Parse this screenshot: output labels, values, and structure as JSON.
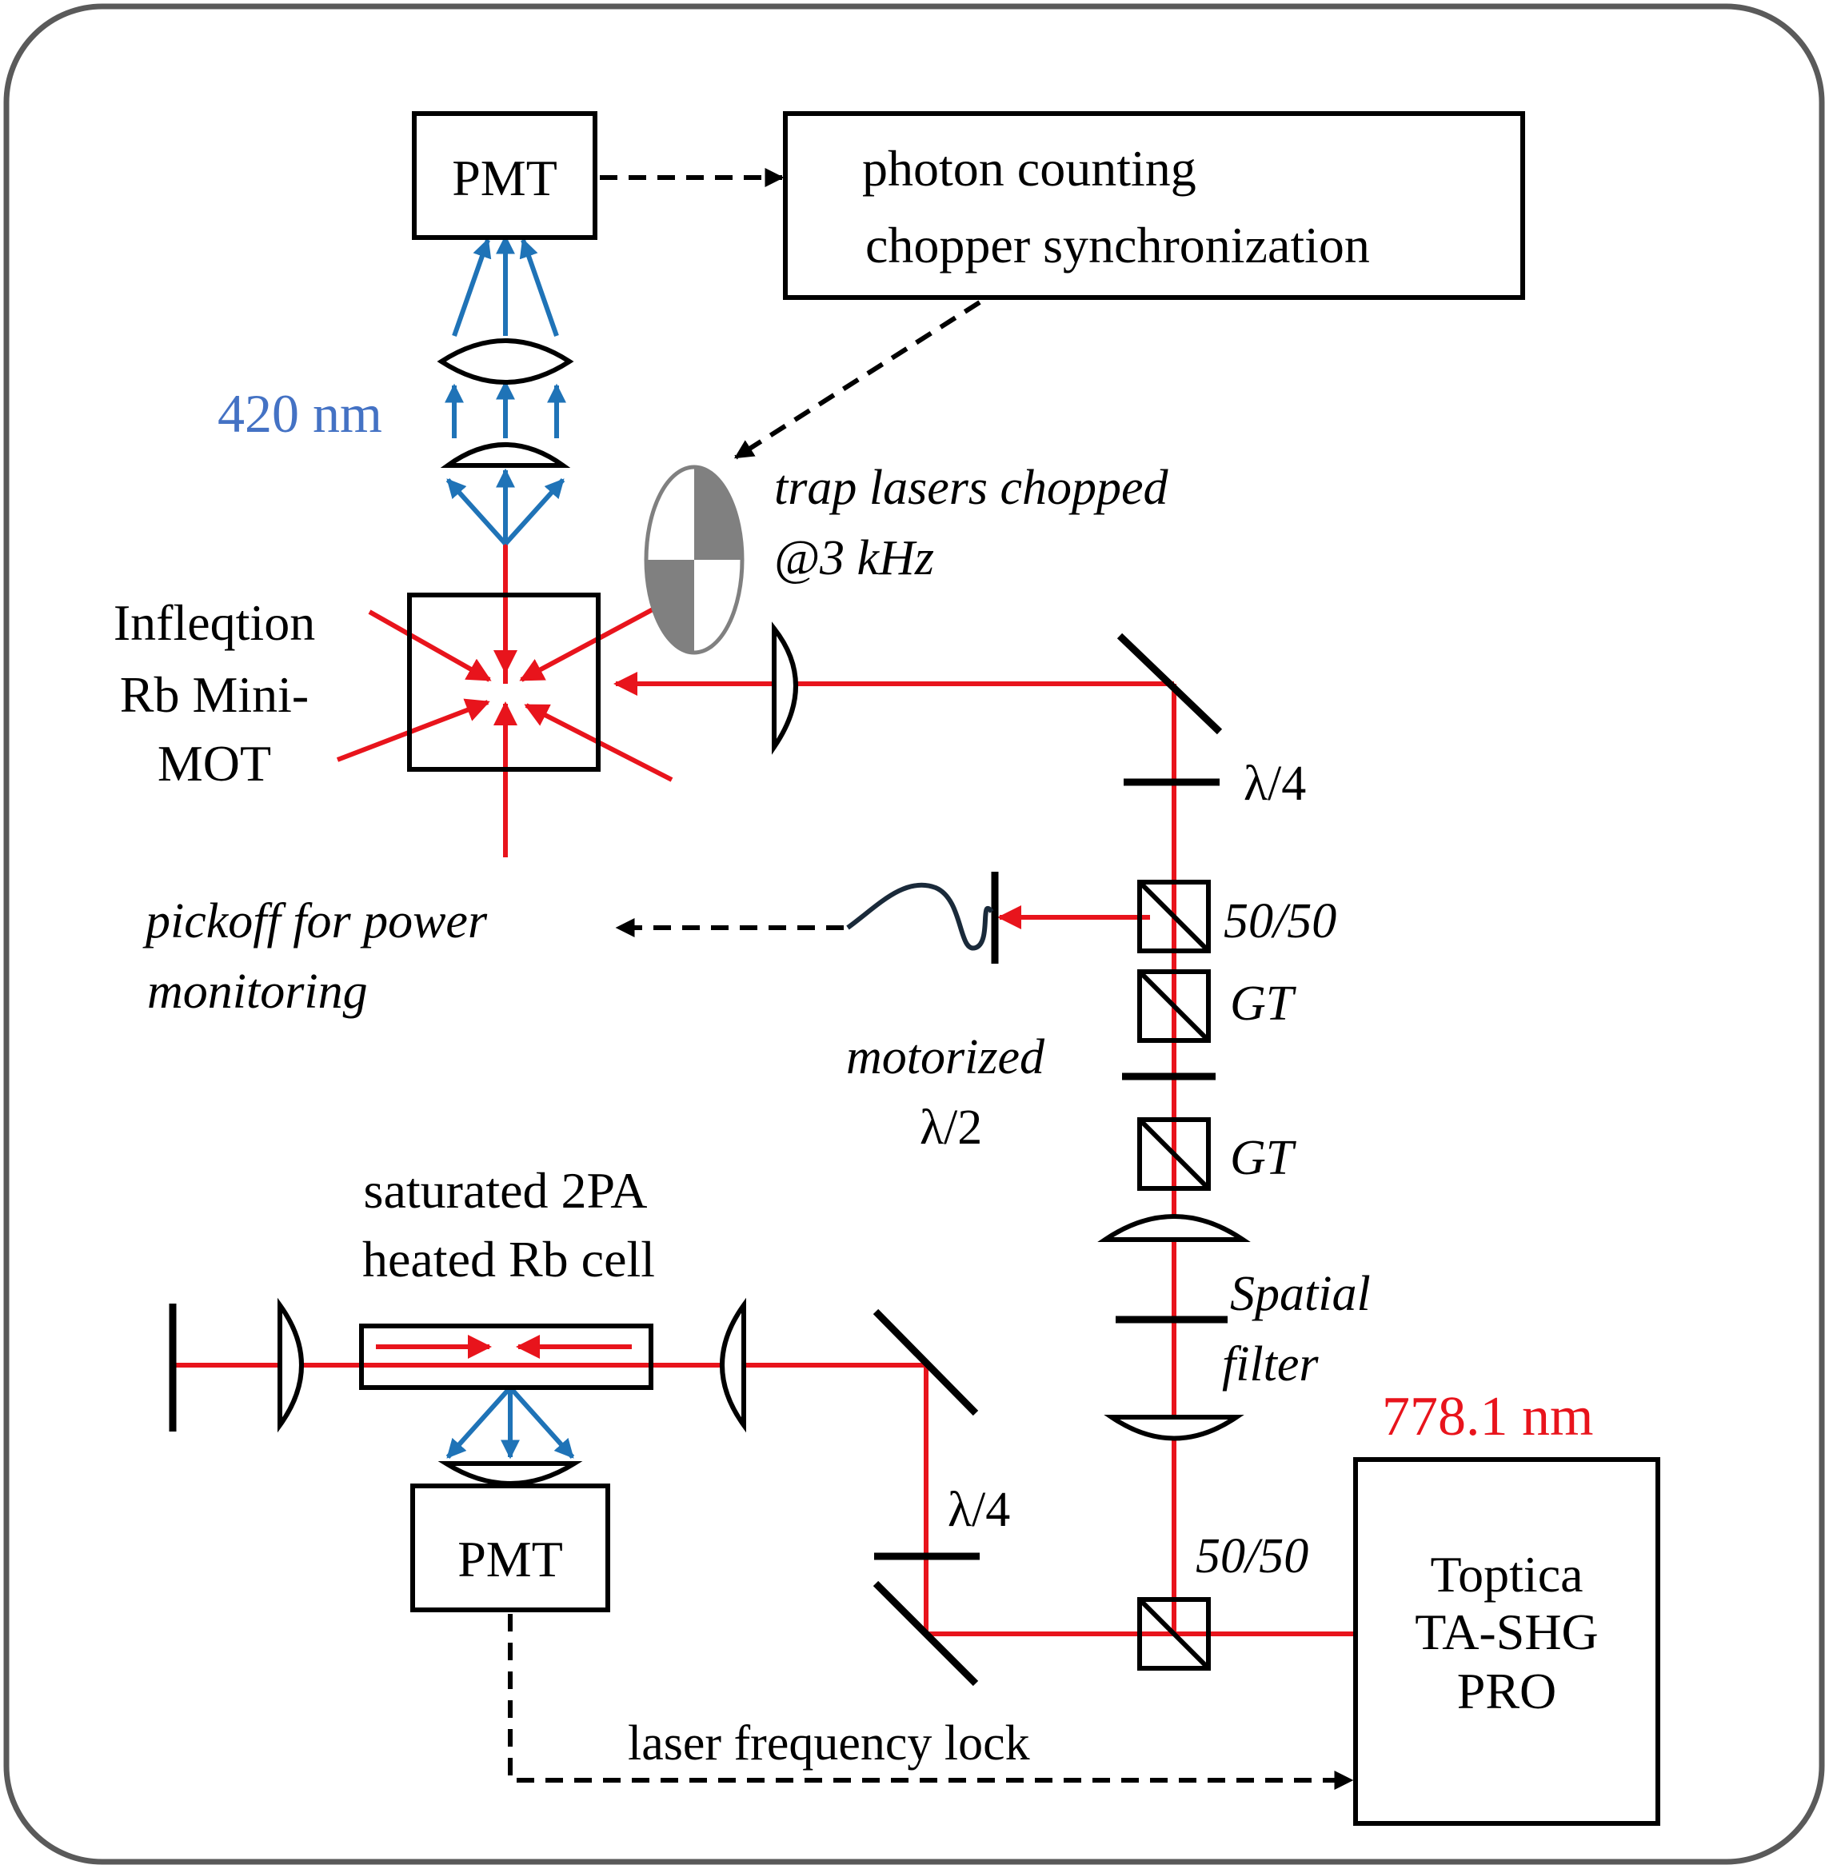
{
  "colors": {
    "beam_red": "#e8141c",
    "beam_blue": "#1f73b7",
    "label_red": "#e8141c",
    "label_blue": "#4472c4",
    "frame": "#5a5a5a",
    "chopper_fill": "#808080"
  },
  "labels": {
    "pmt_top": "PMT",
    "counter_line1": "photon counting",
    "counter_line2": "chopper synchronization",
    "wavelength_blue": "420 nm",
    "chopper_line1": "trap lasers chopped",
    "chopper_line2": "@3 kHz",
    "mot_line1": "Infleqtion",
    "mot_line2": "Rb Mini-",
    "mot_line3": "MOT",
    "qwp_top": "λ/4",
    "bs_top": "50/50",
    "pickoff_line1": "pickoff for power",
    "pickoff_line2": "monitoring",
    "gt_1": "GT",
    "hwp_line1": "motorized",
    "hwp_line2": "λ/2",
    "gt_2": "GT",
    "cell_line1": "saturated 2PA",
    "cell_line2": "heated Rb cell",
    "spatial_line1": "Spatial",
    "spatial_line2": "filter",
    "wavelength_red": "778.1 nm",
    "qwp_bottom": "λ/4",
    "bs_bottom": "50/50",
    "pmt_bottom": "PMT",
    "laser_line1": "Toptica",
    "laser_line2": "TA-SHG",
    "laser_line3": "PRO",
    "lock_label": "laser frequency lock"
  }
}
